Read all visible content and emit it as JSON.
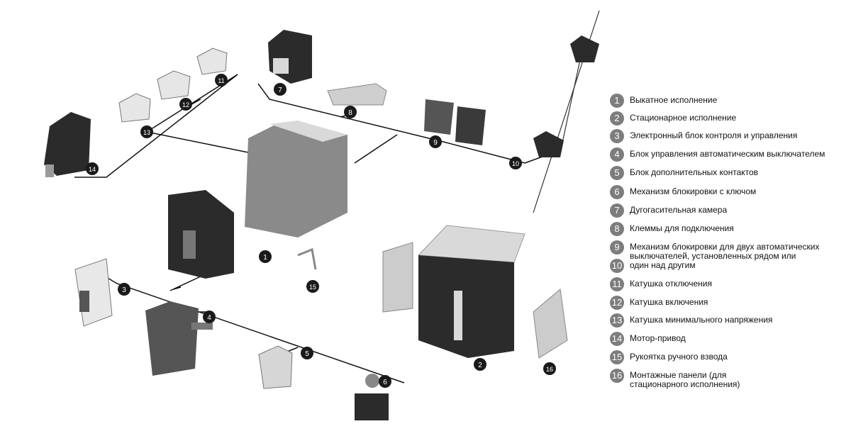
{
  "legend": [
    {
      "n": "1",
      "text": "Выкатное исполнение"
    },
    {
      "n": "2",
      "text": "Стационарное исполнение"
    },
    {
      "n": "3",
      "text": "Электронный блок контроля и управления"
    },
    {
      "n": "4",
      "text": "Блок управления автоматическим выключателем"
    },
    {
      "n": "5",
      "text": "Блок дополнительных контактов"
    },
    {
      "n": "6",
      "text": "Механизм блокировки с ключом"
    },
    {
      "n": "7",
      "text": "Дугогасительная камера"
    },
    {
      "n": "8",
      "text": "Клеммы для подключения"
    },
    {
      "n": "9",
      "text": "Механизм блокировки для двух автоматических\nвыключателей, установленных рядом или"
    },
    {
      "n": "10",
      "text": "один над другим"
    },
    {
      "n": "11",
      "text": "Катушка отключения"
    },
    {
      "n": "12",
      "text": "Катушка включения"
    },
    {
      "n": "13",
      "text": "Катушка минимального напряжения"
    },
    {
      "n": "14",
      "text": "Мотор-привод"
    },
    {
      "n": "15",
      "text": "Рукоятка ручного взвода"
    },
    {
      "n": "16",
      "text": "Монтажные панели (для\nстационарного исполнения)"
    }
  ],
  "badges": {
    "b1": "1",
    "b2": "2",
    "b3": "3",
    "b4": "4",
    "b5": "5",
    "b6": "6",
    "b7": "7",
    "b8": "8",
    "b9": "9",
    "b10": "10",
    "b11": "11",
    "b12": "12",
    "b13": "13",
    "b14": "14",
    "b15": "15",
    "b16": "16"
  },
  "colors": {
    "badge": "#1a1a1a",
    "legend_badge": "#7d7d7d",
    "line": "#111111",
    "device_dark": "#2b2b2b",
    "device_mid": "#8a8a8a",
    "device_light": "#d9d9d9"
  }
}
